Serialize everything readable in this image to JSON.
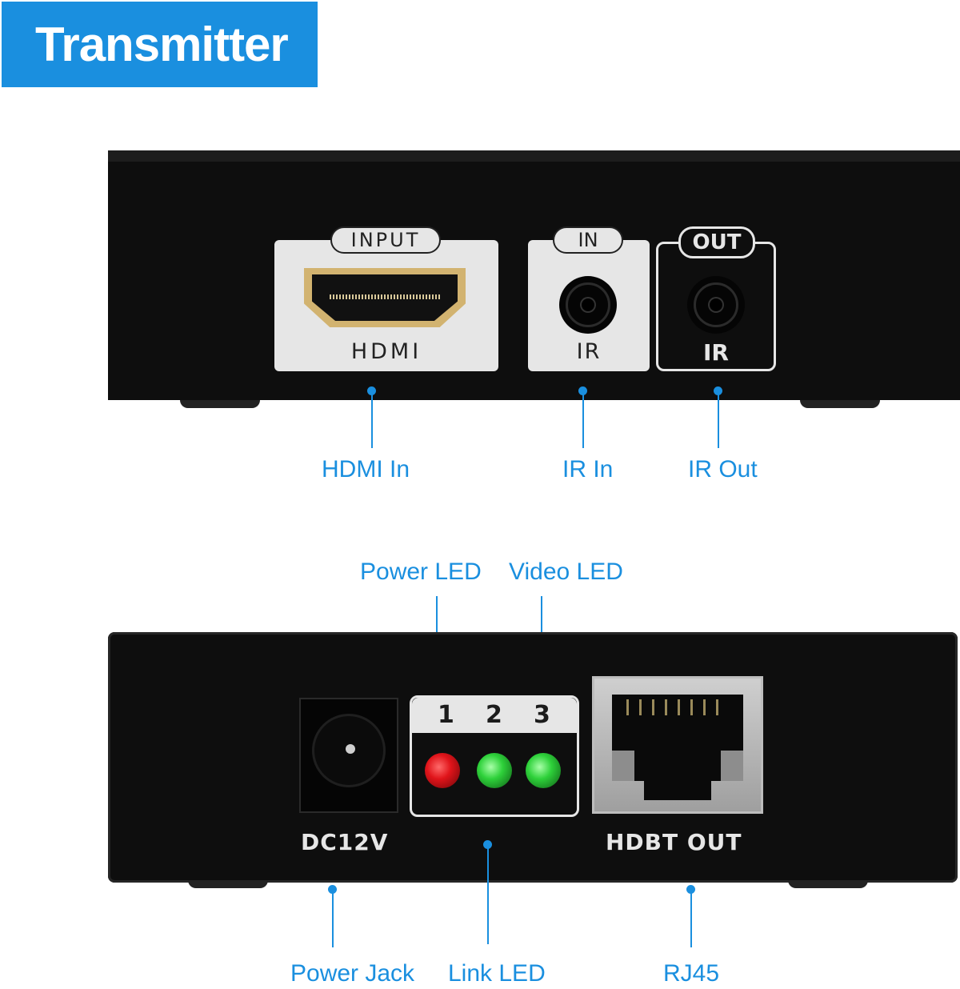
{
  "title": "Transmitter",
  "colors": {
    "accent": "#1a8fdf",
    "device": "#0e0e0e",
    "panel": "#e6e6e6",
    "led_red": "#e0141a",
    "led_green": "#2ed13a"
  },
  "top_panel": {
    "hdmi": {
      "tab": "INPUT",
      "label": "HDMI"
    },
    "ir_in": {
      "tab": "IN",
      "label": "IR"
    },
    "ir_out": {
      "tab": "OUT",
      "label": "IR"
    }
  },
  "bottom_panel": {
    "power_label": "DC12V",
    "led_numbers": [
      "1",
      "2",
      "3"
    ],
    "rj45_label": "HDBT OUT"
  },
  "callouts": {
    "hdmi_in": "HDMI In",
    "ir_in": "IR In",
    "ir_out": "IR Out",
    "power_led": "Power LED",
    "video_led": "Video LED",
    "power_jack": "Power Jack",
    "link_led": "Link LED",
    "rj45": "RJ45"
  }
}
